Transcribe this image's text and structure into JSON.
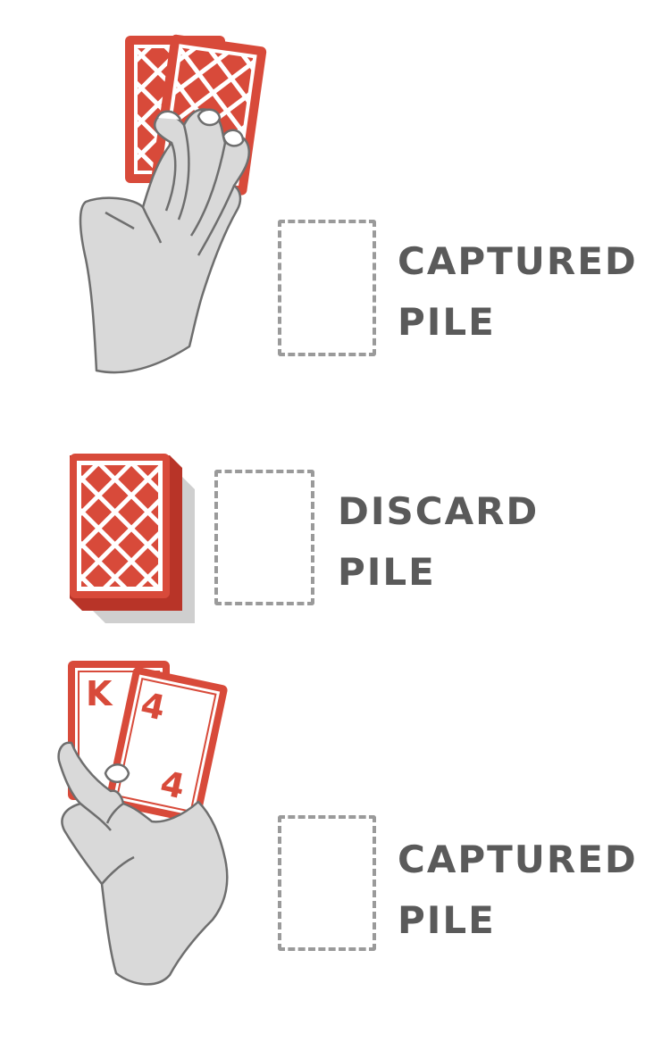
{
  "colors": {
    "card_red": "#d84a3a",
    "card_red_dark": "#b83428",
    "hand_fill": "#d9d9d9",
    "hand_stroke": "#6e6e6e",
    "slot_border": "#9a9a9a",
    "label_text": "#5a5a5a"
  },
  "top_player": {
    "captured_pile_line1": "CAPTURED",
    "captured_pile_line2": "PILE",
    "hand_icon": "hand-holding-cards-face-down-icon"
  },
  "center": {
    "discard_pile_line1": "DISCARD",
    "discard_pile_line2": "PILE",
    "deck_icon": "card-deck-icon"
  },
  "bottom_player": {
    "captured_pile_line1": "CAPTURED",
    "captured_pile_line2": "PILE",
    "hand_icon": "hand-holding-cards-face-up-icon",
    "card_1_rank": "K",
    "card_2_rank_top": "4",
    "card_2_rank_bottom": "4"
  }
}
